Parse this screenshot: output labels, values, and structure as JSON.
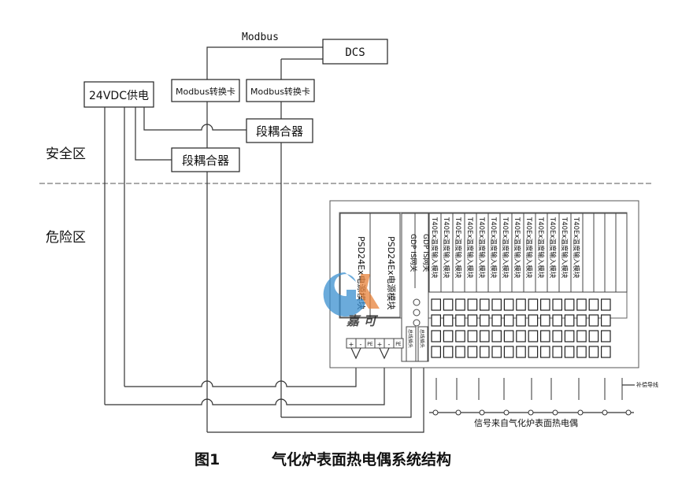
{
  "labels": {
    "modbus": "Modbus",
    "dcs": "DCS",
    "power_supply": "24VDC供电",
    "modbus_card": "Modbus转换卡",
    "coupler": "段耦合器",
    "safe_zone": "安全区",
    "hazard_zone": "危险区",
    "psd_module": "PSD24Ex电源模块",
    "gdp_gateway": "GDP IS网关",
    "t40_module": "T40Ex温度输入模块",
    "bus_head": "总线插头",
    "compensation_wire": "补偿导线",
    "signal_source": "信号来自气化炉表面热电偶",
    "terminal_plus": "+",
    "terminal_minus": "-",
    "terminal_pe": "PE"
  },
  "watermark": {
    "text": "嘉 可"
  },
  "caption": {
    "number": "图1",
    "title": "气化炉表面热电偶系统结构"
  },
  "colors": {
    "line": "#333333",
    "watermark_blue": "#3a8fd0",
    "watermark_orange": "#e8823a",
    "watermark_text": "#2f63a8"
  }
}
